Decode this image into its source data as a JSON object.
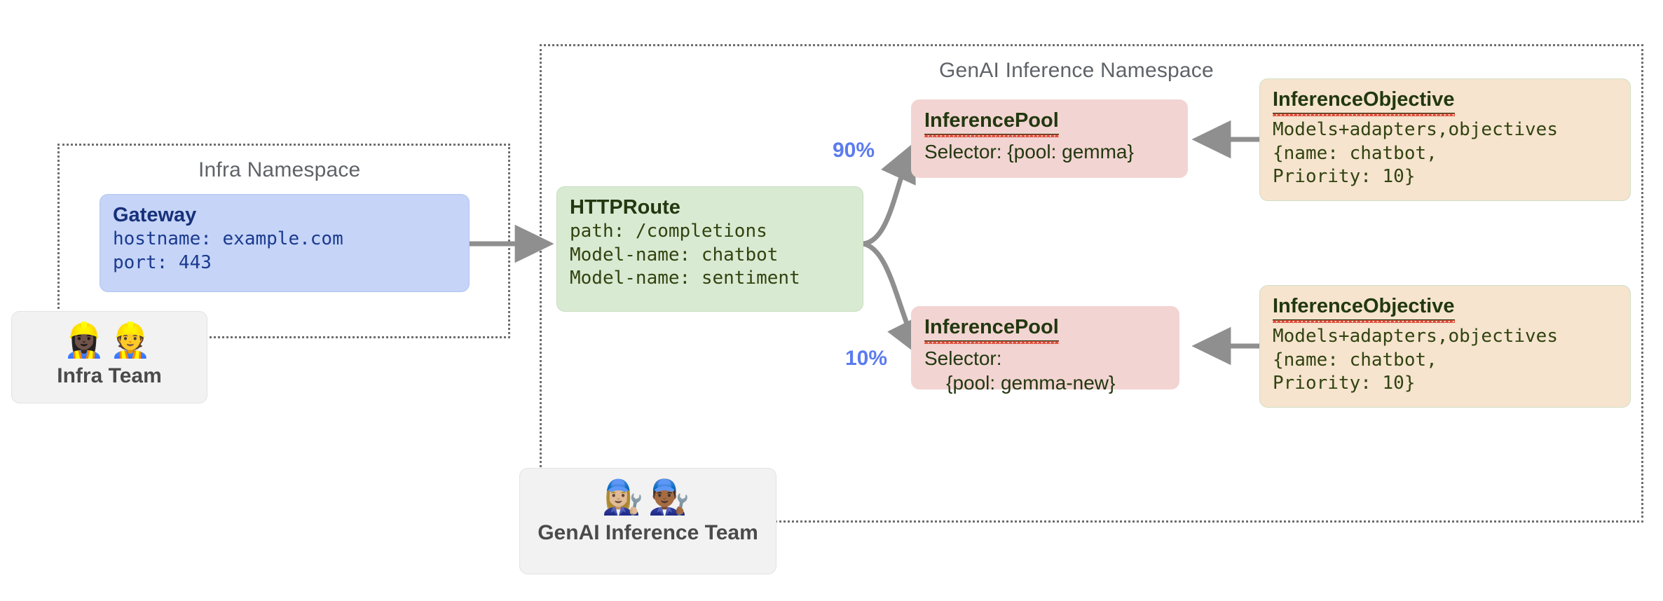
{
  "diagram": {
    "title_hidden": "Gateway API Inference Extension topology",
    "accent_blue": "#5b7bf0",
    "gateway_fill": "#c5d4f7",
    "route_fill": "#d9ead3",
    "pool_fill": "#f2d4d2",
    "objective_fill": "#f6e4cf",
    "team_fill": "#f2f2f2",
    "arrow_color": "#8f8f8f"
  },
  "namespaces": [
    {
      "id": "infra",
      "label": "Infra Namespace"
    },
    {
      "id": "genai",
      "label": "GenAI Inference Namespace"
    }
  ],
  "gateway": {
    "title": "Gateway",
    "lines": [
      "hostname: example.com",
      "port: 443"
    ]
  },
  "httproute": {
    "title": "HTTPRoute",
    "lines": [
      "path: /completions",
      "Model-name: chatbot",
      "Model-name: sentiment"
    ]
  },
  "pools": [
    {
      "title": "InferencePool",
      "lines": [
        "Selector: {pool: gemma}"
      ],
      "weight": "90%"
    },
    {
      "title": "InferencePool",
      "lines": [
        "Selector:",
        "    {pool: gemma-new}"
      ],
      "weight": "10%"
    }
  ],
  "objectives": [
    {
      "title": "InferenceObjective",
      "lines": [
        "Models+adapters,objectives",
        "{name: chatbot,",
        "Priority: 10}"
      ]
    },
    {
      "title": "InferenceObjective",
      "lines": [
        "Models+adapters,objectives",
        "{name: chatbot,",
        "Priority: 10}"
      ]
    }
  ],
  "teams": [
    {
      "id": "infra-team",
      "emoji": "👷🏿‍♀️👷",
      "label": "Infra Team"
    },
    {
      "id": "genai-team",
      "emoji": "👩🏼‍🔧👨🏾‍🔧",
      "label": "GenAI Inference Team"
    }
  ]
}
